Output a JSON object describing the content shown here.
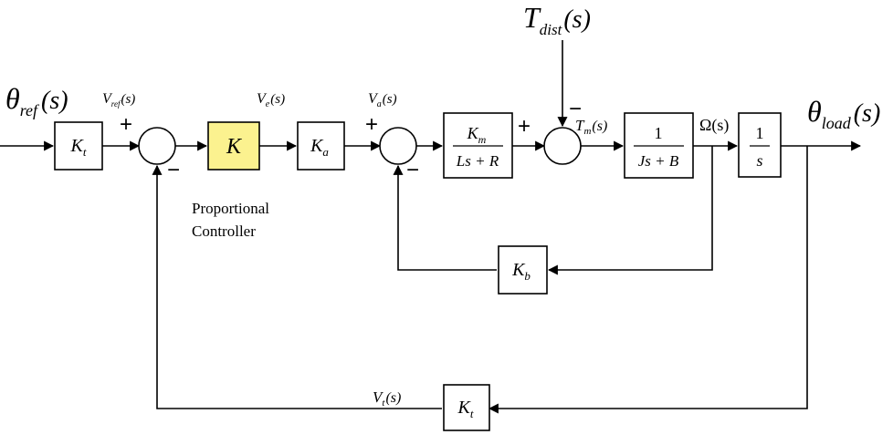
{
  "signals": {
    "theta_ref": {
      "sym": "θ",
      "sub": "ref",
      "arg": "(s)"
    },
    "v_ref": {
      "sym": "V",
      "sub": "ref",
      "arg": "(s)"
    },
    "v_e": {
      "sym": "V",
      "sub": "e",
      "arg": "(s)"
    },
    "v_a": {
      "sym": "V",
      "sub": "a",
      "arg": "(s)"
    },
    "t_m": {
      "sym": "T",
      "sub": "m",
      "arg": "(s)"
    },
    "t_dist": {
      "sym": "T",
      "sub": "dist",
      "arg": "(s)"
    },
    "omega": {
      "text": "Ω(s)"
    },
    "theta_load": {
      "sym": "θ",
      "sub": "load",
      "arg": "(s)"
    },
    "v_t": {
      "sym": "V",
      "sub": "t",
      "arg": "(s)"
    }
  },
  "blocks": {
    "kt_input": {
      "sym": "K",
      "sub": "t"
    },
    "k_controller": {
      "sym": "K"
    },
    "ka": {
      "sym": "K",
      "sub": "a"
    },
    "motor_electrical": {
      "num_sym": "K",
      "num_sub": "m",
      "den": "Ls + R"
    },
    "motor_mechanical": {
      "num": "1",
      "den": "Js + B"
    },
    "integrator": {
      "num": "1",
      "den": "s"
    },
    "kb": {
      "sym": "K",
      "sub": "b"
    },
    "kt_feedback": {
      "sym": "K",
      "sub": "t"
    }
  },
  "signs": {
    "sum1_plus": "+",
    "sum1_minus": "−",
    "sum2_plus": "+",
    "sum2_minus": "−",
    "sum3_plus": "+",
    "sum3_minus": "−"
  },
  "annotation": {
    "line1": "Proportional",
    "line2": "Controller"
  },
  "colors": {
    "controller_fill": "#fbf28f",
    "lines": "#000000"
  }
}
